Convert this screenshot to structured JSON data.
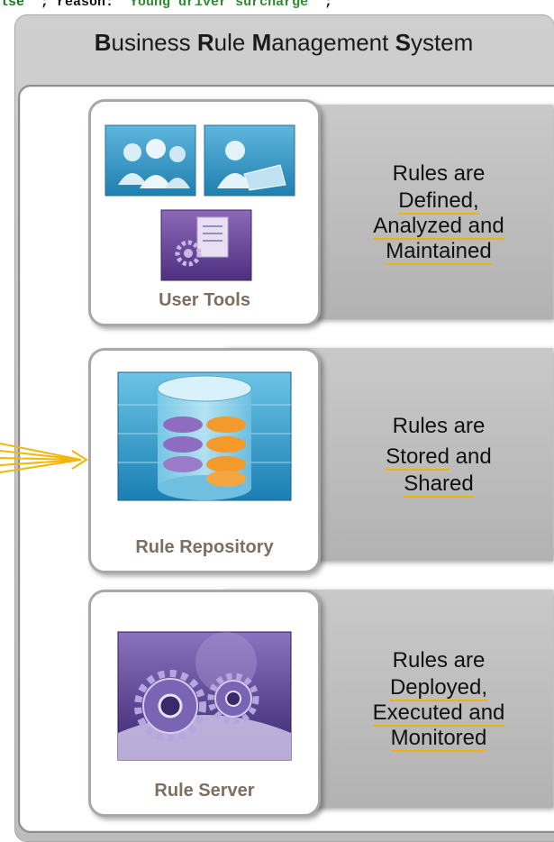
{
  "code": {
    "keyword": "lse",
    "rest": " \"; reason: \"",
    "string": "Young driver surcharge",
    "tail": "\" ;"
  },
  "title": {
    "w1_initial": "B",
    "w1_rest": "usiness",
    "w2_initial": "R",
    "w2_rest": "ule",
    "w3_initial": "M",
    "w3_rest": "anagement",
    "w4_initial": "S",
    "w4_rest": "ystem"
  },
  "tiers": [
    {
      "label": "User Tools",
      "text": [
        "Rules are",
        "Defined,",
        "Analyzed and",
        "Maintained"
      ]
    },
    {
      "label": "Rule Repository",
      "text": [
        "Rules are",
        "Stored",
        " and",
        "Shared"
      ]
    },
    {
      "label": "Rule Server",
      "text": [
        "Rules are",
        "Deployed,",
        "Executed and",
        "Monitored"
      ]
    }
  ]
}
